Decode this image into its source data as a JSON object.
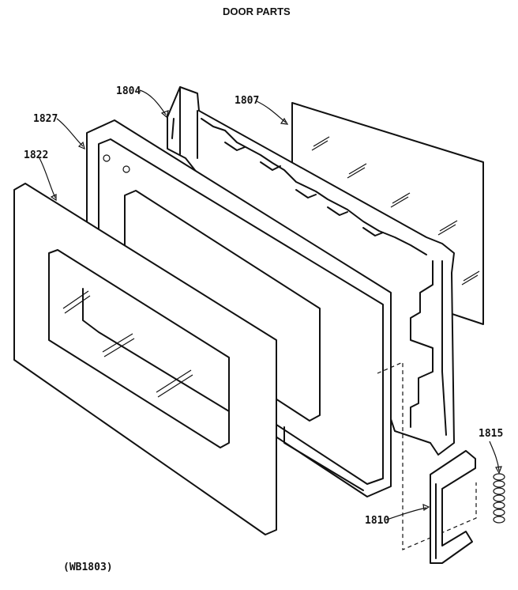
{
  "header": {
    "title": "DOOR PARTS"
  },
  "parts": [
    {
      "id": "1804",
      "label": "1804"
    },
    {
      "id": "1807",
      "label": "1807"
    },
    {
      "id": "1827",
      "label": "1827"
    },
    {
      "id": "1822",
      "label": "1822"
    },
    {
      "id": "1815",
      "label": "1815"
    },
    {
      "id": "1810",
      "label": "1810"
    }
  ],
  "footer": {
    "code": "(WB1803)"
  }
}
